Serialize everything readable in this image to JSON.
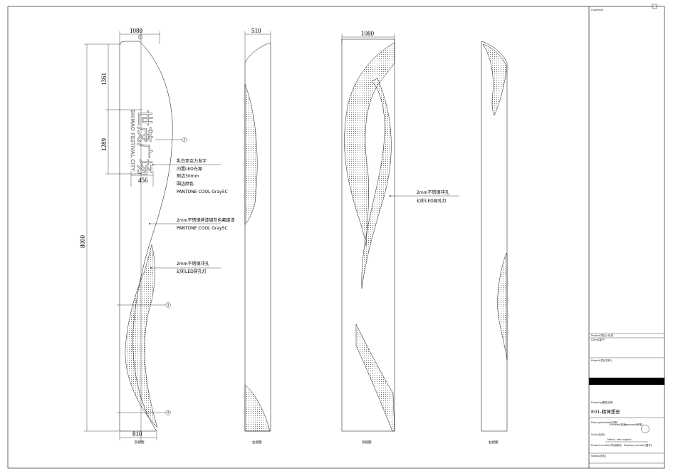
{
  "front_view": {
    "dims": {
      "width_top": "1080",
      "upper_seg": "1361",
      "lower_seg": "1289",
      "logo_width": "456",
      "total_height": "8000",
      "width_bottom": "810"
    },
    "logo": {
      "chinese": "世茂广场",
      "english": "SHIMAO FESTIVAL CITY"
    },
    "notes": {
      "acrylic_1": "乳白亚克力发字",
      "acrylic_2": "内置LED光源",
      "acrylic_3": "侧边30mm",
      "acrylic_4": "围边颜色",
      "acrylic_5": "PANTONE COOL Gray5C",
      "steel_1": "2mm不锈钢烤漆银灰色氟碳漆",
      "steel_2": "PANTONE COOL Gray5C",
      "perf_1": "2mm不锈钢冲孔",
      "perf_2": "幻彩LED穿孔灯"
    },
    "markers": [
      "1",
      "2",
      "3",
      "4"
    ],
    "caption": "前视图"
  },
  "left_side_view": {
    "dim": "510",
    "caption": "左视图"
  },
  "back_view": {
    "dim": "1080",
    "notes": {
      "perf_1": "2mm不锈钢冲孔",
      "perf_2": "幻彩LED穿孔灯"
    },
    "caption": "背视图"
  },
  "right_side_view": {
    "caption": "右视图"
  },
  "title_block": {
    "copyright": "Copyright",
    "project_row": "Project(项目)/ 世茂",
    "client": "Client(客户)",
    "project_name": "Project(项目名称)",
    "drawing_label": "Drawing(图纸名称)",
    "drawing_title": "E01-精神堡垒",
    "date_label": "Date generated(日期)",
    "checked_label": "Checked(校对)",
    "approved_label": "Approved(审核)",
    "scale_label": "Scale(比例)",
    "scale_value": "Metric, see original",
    "project_number": "Project number(项目编号)",
    "drawing_number": "Drawing number(图号)",
    "status": "Status(状态)"
  }
}
